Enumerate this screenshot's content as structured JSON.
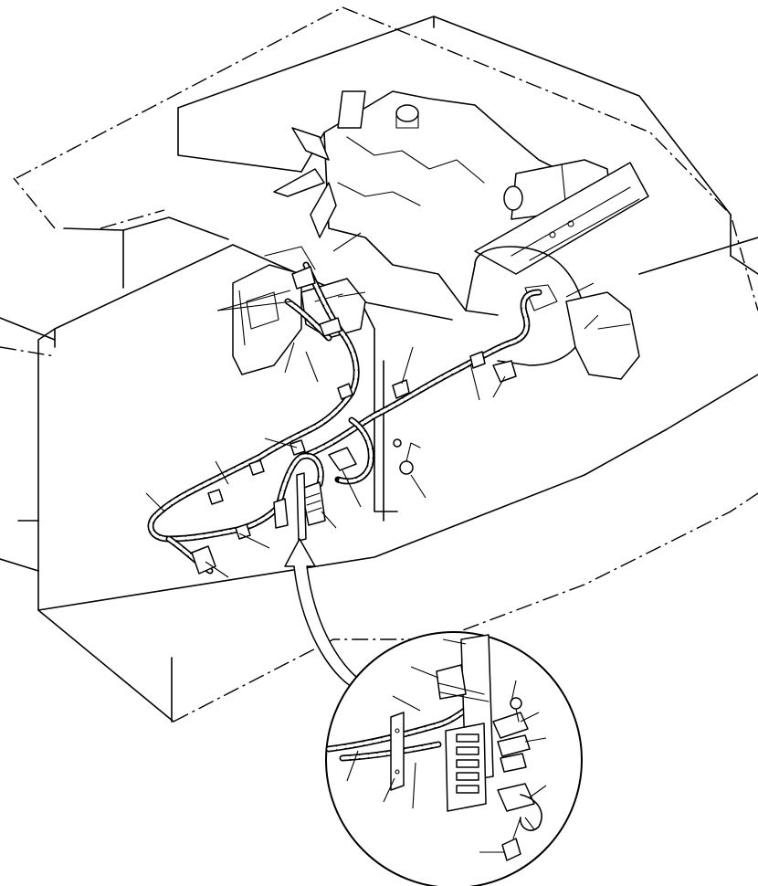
{
  "figure": {
    "kind": "exploded parts illustration",
    "style": "black line art on white",
    "callouts_numbered": false,
    "colors": {
      "ink": "#000000",
      "paper": "#ffffff"
    }
  },
  "detail_view": {
    "shape": "circle",
    "pointer": "curved arrow"
  }
}
